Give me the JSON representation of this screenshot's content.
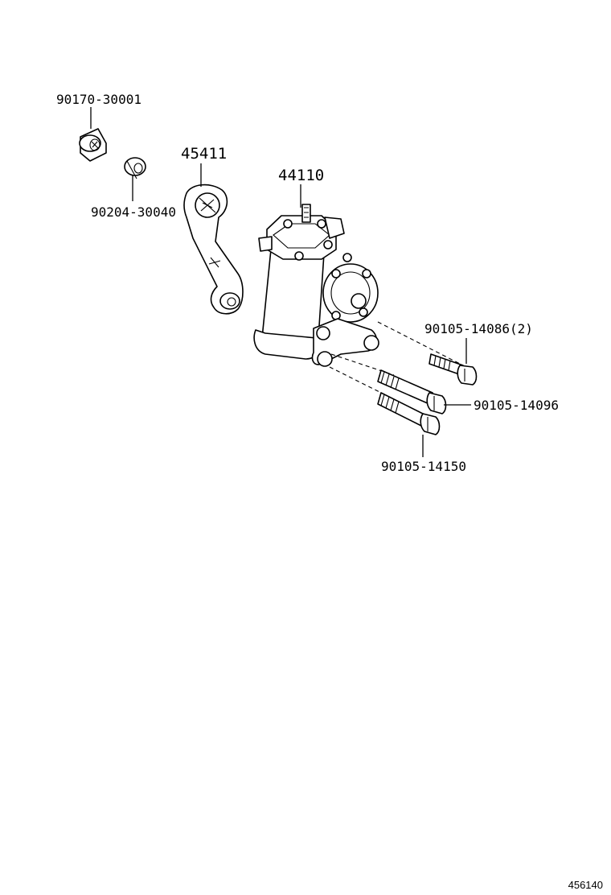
{
  "callouts": {
    "nut": "90170-30001",
    "washer": "90204-30040",
    "pitman_arm": "45411",
    "gear_assembly": "44110",
    "bolt_a": "90105-14086(2)",
    "bolt_b": "90105-14096",
    "bolt_c": "90105-14150"
  },
  "footer": {
    "diagram_id": "456140"
  }
}
